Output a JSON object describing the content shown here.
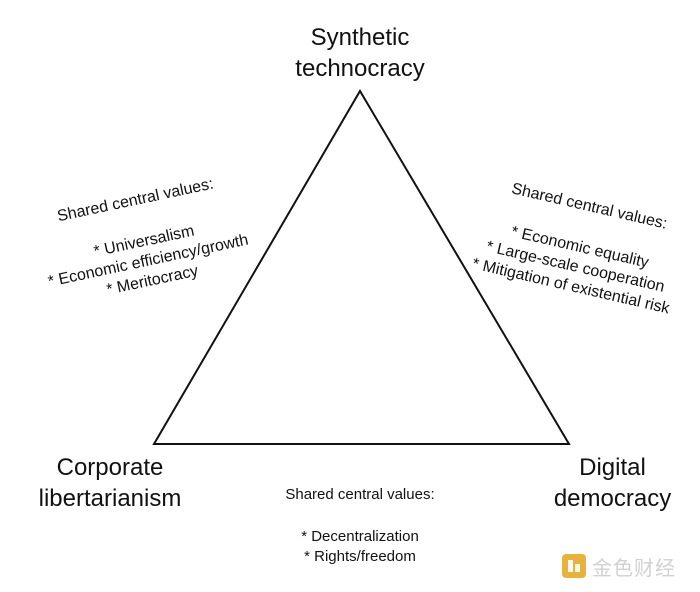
{
  "vertices": {
    "top": {
      "line1": "Synthetic",
      "line2": "technocracy"
    },
    "left": {
      "line1": "Corporate",
      "line2": "libertarianism"
    },
    "right": {
      "line1": "Digital",
      "line2": "democracy"
    }
  },
  "edges": {
    "left": {
      "heading": "Shared central values:",
      "items": [
        "* Universalism",
        "* Economic efficiency/growth",
        "* Meritocracy"
      ]
    },
    "right": {
      "heading": "Shared central values:",
      "items": [
        "* Economic equality",
        "* Large-scale cooperation",
        "* Mitigation of existential risk"
      ]
    },
    "bottom": {
      "heading": "Shared central values:",
      "items": [
        "* Decentralization",
        "* Rights/freedom"
      ]
    }
  },
  "watermark": {
    "text": "金色财经",
    "accent_color": "#e3a51c"
  },
  "colors": {
    "line": "#111111",
    "background": "#ffffff"
  }
}
